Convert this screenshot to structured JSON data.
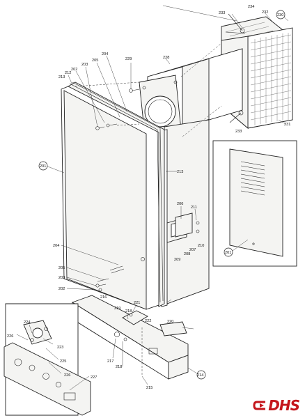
{
  "part_numbers": {
    "p201": "201",
    "p202": "202",
    "p203": "203",
    "p204": "204",
    "p205": "205",
    "p206": "206",
    "p207": "207",
    "p208": "208",
    "p209": "209",
    "p210": "210",
    "p211": "211",
    "p212": "212",
    "p213": "213",
    "p214": "214",
    "p215": "215",
    "p216": "216",
    "p217": "217",
    "p218": "218",
    "p219": "219",
    "p220": "220",
    "p221": "221",
    "p222": "222",
    "p223": "223",
    "p224": "224",
    "p225": "225",
    "p226": "226",
    "p227": "227",
    "p228": "228",
    "p229": "229",
    "p230": "230",
    "p231": "231",
    "p232": "232",
    "p233": "233",
    "p234": "234"
  },
  "logo": {
    "text": "DHS",
    "color": "#c4161c",
    "icon": "arrow-hook-icon"
  },
  "colors": {
    "line": "#222222",
    "paper": "#ffffff"
  }
}
